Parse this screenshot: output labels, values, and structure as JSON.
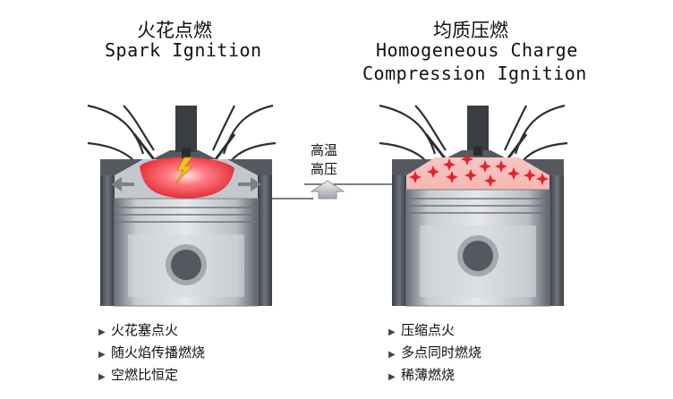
{
  "left": {
    "title_cn": "火花点燃",
    "title_en": "Spark Ignition",
    "bullets": [
      "火花塞点火",
      "随火焰传播燃烧",
      "空燃比恒定"
    ]
  },
  "right": {
    "title_cn": "均质压燃",
    "title_en_line1": "Homogeneous Charge",
    "title_en_line2": "Compression Ignition",
    "bullets": [
      "压缩点火",
      "多点同时燃烧",
      "稀薄燃烧"
    ]
  },
  "center": {
    "condition_line1": "高温",
    "condition_line2": "高压"
  },
  "colors": {
    "flame_red": "#e8323a",
    "spark_star": "#e8202a",
    "metal_dark": "#4a4f57",
    "metal_mid": "#8c9199",
    "metal_light": "#c9ccd1"
  }
}
